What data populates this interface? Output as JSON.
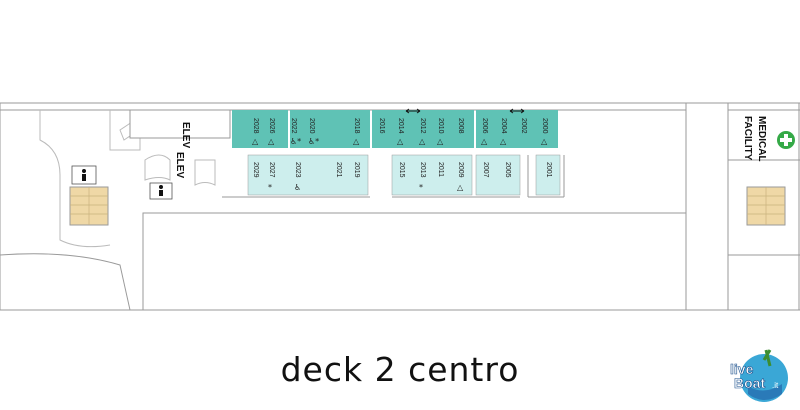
{
  "title": "deck 2 centro",
  "labels": {
    "elev_top": "ELEV",
    "elev_side": "ELEV",
    "medical": [
      "MEDICAL",
      "FACILITY"
    ]
  },
  "logo": {
    "text_live": "live",
    "text_boat": "Boat",
    "text_it": ".it"
  },
  "colors": {
    "dark_cabin": "#5fc2b5",
    "light_cabin": "#cdeeed",
    "outline": "#9a9a9a",
    "stair": "#efd8a6",
    "medical_cross": "#35a947"
  },
  "cabins_top": [
    {
      "num": "2028",
      "sym": "△"
    },
    {
      "num": "2026",
      "sym": "△"
    },
    {
      "num": "2022",
      "sym": "♿*"
    },
    {
      "num": "2020",
      "sym": "♿*"
    },
    {
      "num": "2018",
      "sym": "△"
    },
    {
      "num": "2016",
      "sym": ""
    },
    {
      "num": "2014",
      "sym": "△"
    },
    {
      "num": "2012",
      "sym": "△"
    },
    {
      "num": "2010",
      "sym": "△"
    },
    {
      "num": "2008",
      "sym": ""
    },
    {
      "num": "2006",
      "sym": "△"
    },
    {
      "num": "2004",
      "sym": "△"
    },
    {
      "num": "2002",
      "sym": ""
    },
    {
      "num": "2000",
      "sym": "△"
    }
  ],
  "cabins_bottom": [
    {
      "num": "2029",
      "sym": ""
    },
    {
      "num": "2027",
      "sym": "*"
    },
    {
      "num": "2023",
      "sym": "♿"
    },
    {
      "num": "2021",
      "sym": ""
    },
    {
      "num": "2019",
      "sym": ""
    },
    {
      "num": "2015",
      "sym": ""
    },
    {
      "num": "2013",
      "sym": "*"
    },
    {
      "num": "2011",
      "sym": ""
    },
    {
      "num": "2009",
      "sym": "△"
    },
    {
      "num": "2007",
      "sym": ""
    },
    {
      "num": "2005",
      "sym": ""
    },
    {
      "num": "2001",
      "sym": ""
    }
  ]
}
